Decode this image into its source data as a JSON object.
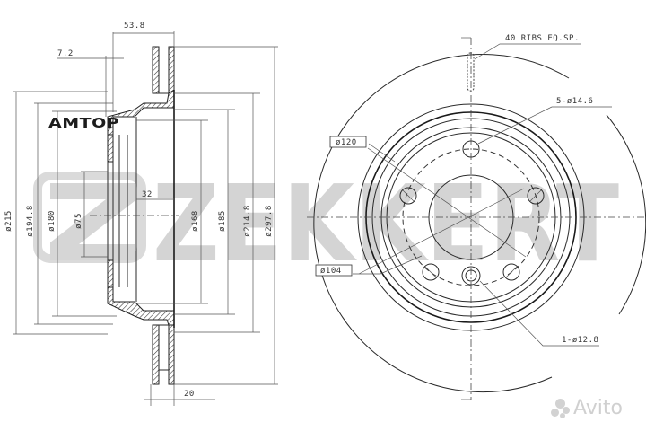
{
  "drawing": {
    "type": "brake-disc-technical-drawing",
    "colors": {
      "line": "#2a2a2a",
      "watermark": "#d4d4d4",
      "background": "#ffffff"
    },
    "section_view": {
      "dimensions": {
        "offset_top": "53.8",
        "lip": "7.2",
        "hat_depth": "32",
        "thickness": "20",
        "d_215": "ø215",
        "d_194_8": "ø194.8",
        "d_180": "ø180",
        "d_75": "ø75",
        "d_168": "ø168",
        "d_185": "ø185",
        "d_214_8": "ø214.8",
        "d_297_8": "ø297.8"
      }
    },
    "front_view": {
      "labels": {
        "ribs": "40 RIBS EQ.SP.",
        "bolt_holes": "5-ø14.6",
        "pilot_hole": "1-ø12.8",
        "pcd_120": "ø120",
        "center_bore": "ø104"
      }
    }
  },
  "watermarks": {
    "brand_big": "ZEKKERT",
    "seller": "AMTOP",
    "marketplace": "Avito"
  }
}
